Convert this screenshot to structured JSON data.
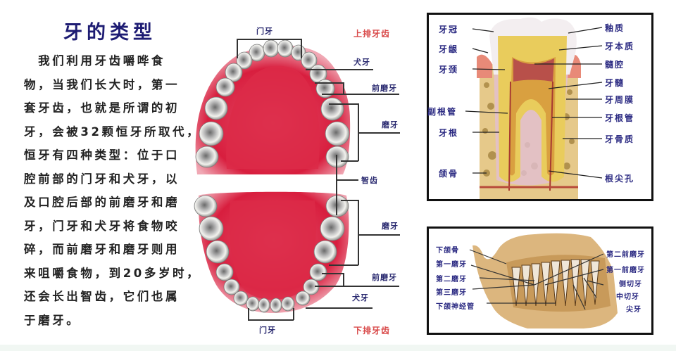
{
  "title": "牙的类型",
  "paragraph_lines": [
    "　我们利用牙齿嚼哗食",
    "物，当我们长大时，第一",
    "套牙齿，也就是所谓的初",
    "牙，会被32颗恒牙所取代，",
    "恒牙有四种类型：位于口",
    "腔前部的门牙和犬牙，以",
    "及口腔后部的前磨牙和磨",
    "牙，门牙和犬牙将食物咬",
    "碎，而前磨牙和磨牙则用",
    "来咀嚼食物，到20多岁时，",
    "还会长出智齿，它们也属",
    "于磨牙。"
  ],
  "mouth_diagram": {
    "upper": {
      "caption": "上排牙齿",
      "labels": {
        "incisor": "门牙",
        "canine": "犬牙",
        "premolar": "前磨牙",
        "molar": "磨牙"
      }
    },
    "wisdom": "智齿",
    "lower": {
      "caption": "下排牙齿",
      "labels": {
        "molar": "磨牙",
        "premolar": "前磨牙",
        "canine": "犬牙",
        "incisor": "门牙"
      }
    },
    "colors": {
      "gum": "#d8203f",
      "palate": "#e0304c",
      "tooth": "#e8e8e4",
      "caption_red": "#d94a4a",
      "label_blue": "#2a2a70"
    }
  },
  "tooth_section": {
    "left_labels": [
      "牙冠",
      "牙龈",
      "牙颈",
      "副根管",
      "牙根",
      "颌骨"
    ],
    "right_labels": [
      "釉质",
      "牙本质",
      "髓腔",
      "牙髓",
      "牙周膜",
      "牙根管",
      "牙骨质",
      "根尖孔"
    ],
    "colors": {
      "enamel": "#f3eef0",
      "dentin": "#e9cc5c",
      "pulp": "#b8504a",
      "bone": "#e6c98a",
      "gum": "#e88a78"
    }
  },
  "jaw_section": {
    "left_labels": [
      "下颌骨",
      "第一磨牙",
      "第二磨牙",
      "第三磨牙",
      "下颌神经管"
    ],
    "right_labels": [
      "第二前磨牙",
      "第一前磨牙",
      "侧切牙",
      "中切牙",
      "尖牙"
    ],
    "colors": {
      "bone": "#d9b27a",
      "tooth": "#efe6d8"
    }
  }
}
